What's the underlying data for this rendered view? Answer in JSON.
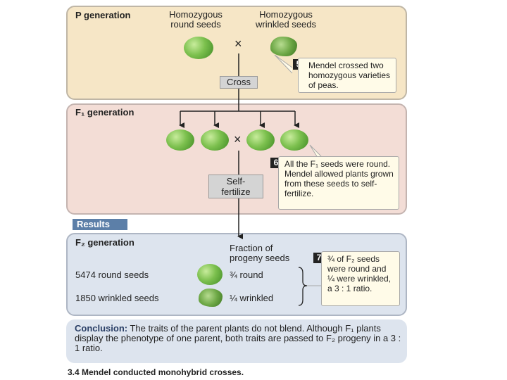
{
  "p_generation": {
    "title": "P generation",
    "left_label": "Homozygous\nround seeds",
    "right_label": "Homozygous\nwrinkled seeds",
    "cross_symbol": "×",
    "cross_box": "Cross",
    "callout_number": "5",
    "callout_text": "Mendel crossed two homozygous varieties of peas."
  },
  "f1_generation": {
    "title": "F₁ generation",
    "cross_symbol": "×",
    "self_box": "Self-\nfertilize",
    "callout_number": "6",
    "callout_text": "All the F₁ seeds were round. Mendel allowed plants grown from these seeds to self-fertilize."
  },
  "results_label": "Results",
  "f2_generation": {
    "title": "F₂ generation",
    "fraction_header": "Fraction of\nprogeny seeds",
    "row1_count": "5474 round seeds",
    "row1_fraction": "¾ round",
    "row2_count": "1850 wrinkled seeds",
    "row2_fraction": "¼ wrinkled",
    "callout_number": "7",
    "callout_text": "¾ of F₂ seeds were round and ¼ were wrinkled, a 3 : 1 ratio."
  },
  "conclusion": {
    "label": "Conclusion:",
    "text": " The traits of the parent plants do not blend. Although F₁ plants display the phenotype of one parent, both traits are passed to F₂ progeny in a 3 : 1 ratio."
  },
  "caption": "3.4 Mendel conducted monohybrid crosses.",
  "colors": {
    "p_panel": "#f6e6c6",
    "f1_panel": "#f3ddd6",
    "f2_panel": "#dde4ee",
    "results_tab": "#5c7fa8",
    "pea_green": "#7cc04e"
  }
}
